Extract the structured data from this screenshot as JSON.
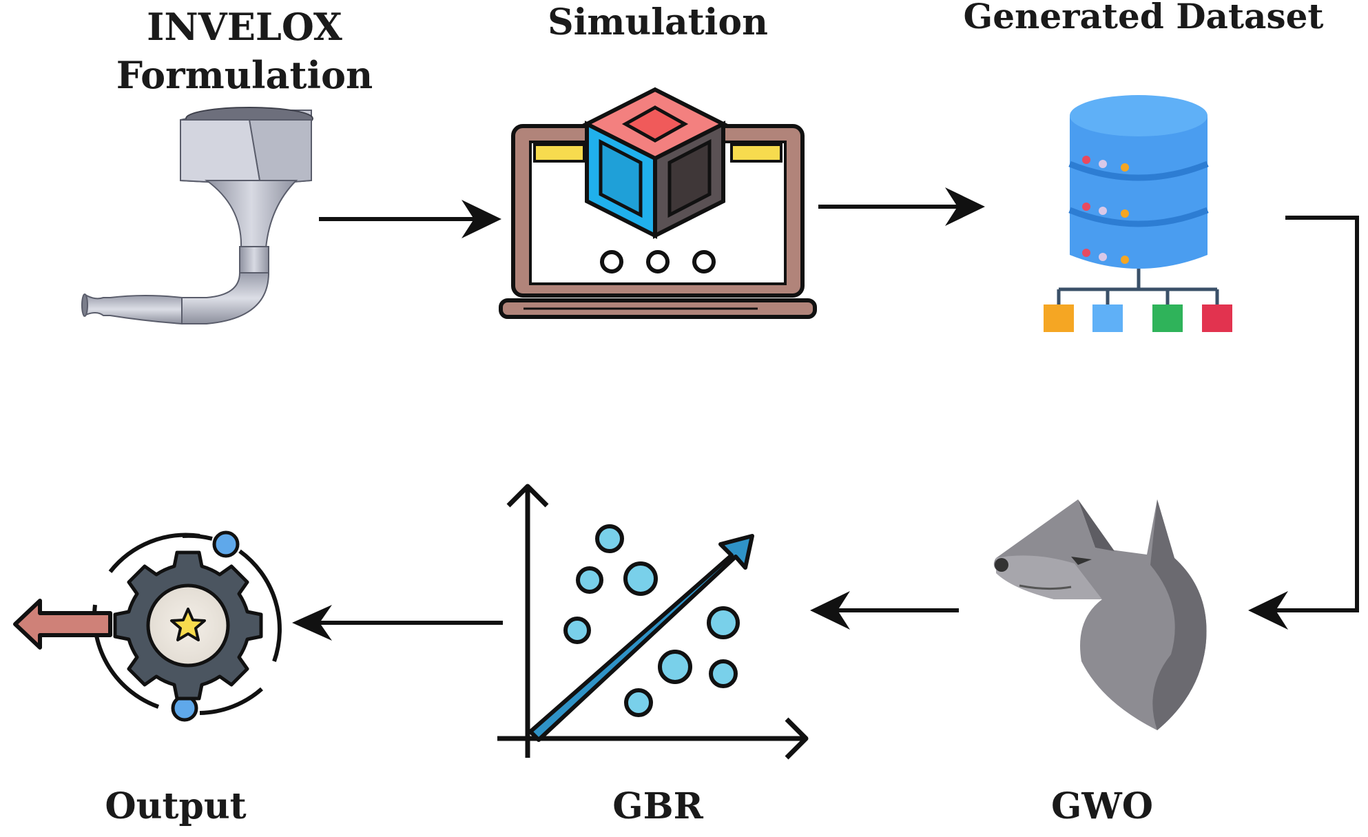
{
  "nodes": {
    "invelox": {
      "label_line1": "INVELOX",
      "label_line2": "Formulation",
      "icon": "invelox-funnel-icon"
    },
    "simulation": {
      "label": "Simulation",
      "icon": "laptop-cube-icon"
    },
    "dataset": {
      "label": "Generated Dataset",
      "icon": "database-icon"
    },
    "gwo": {
      "label": "GWO",
      "icon": "wolf-icon"
    },
    "gbr": {
      "label": "GBR",
      "icon": "regression-chart-icon"
    },
    "output": {
      "label": "Output",
      "icon": "gear-star-icon"
    }
  },
  "colors": {
    "arrow": "#111111",
    "db_blue": "#4a9df0",
    "cube_pink": "#f3807f",
    "cube_blue": "#20b0ec",
    "laptop_frame": "#b1847a",
    "laptop_bar": "#f7db4e",
    "chart_blue": "#2f93c7",
    "dot_blue": "#79d0ea",
    "wolf_grey": "#8d8c92",
    "gear_dark": "#4b5560",
    "output_arrow": "#cf8178"
  }
}
